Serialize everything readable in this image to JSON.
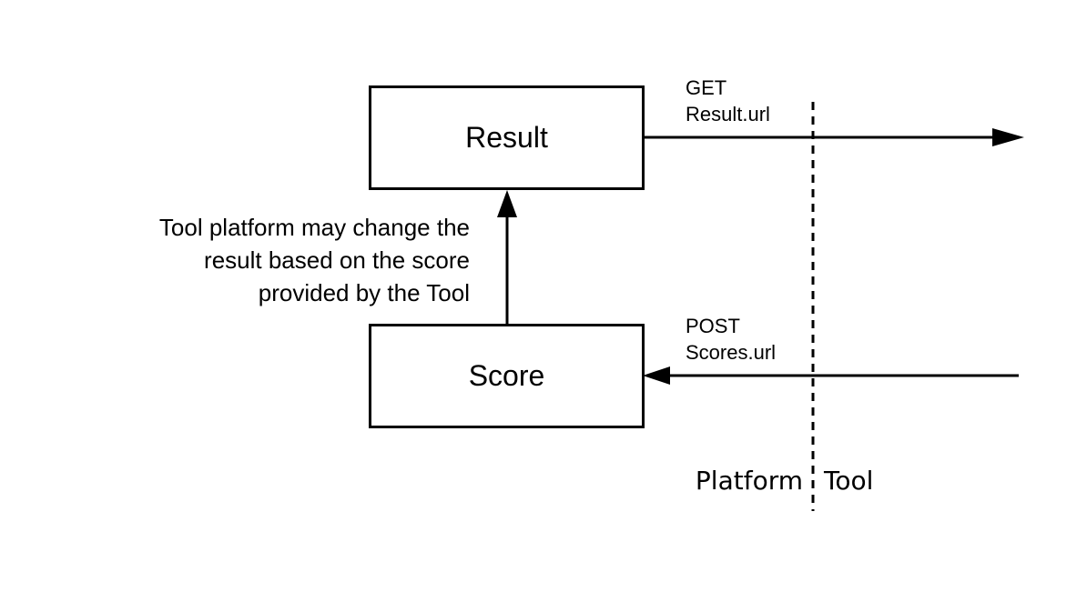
{
  "boxes": {
    "result": "Result",
    "score": "Score"
  },
  "arrows": {
    "get": {
      "method": "GET",
      "url": "Result.url"
    },
    "post": {
      "method": "POST",
      "url": "Scores.url"
    }
  },
  "note": {
    "lines": [
      "Tool platform may change the",
      "result based on the score",
      "provided by the Tool"
    ]
  },
  "boundary": {
    "left": "Platform",
    "right": "Tool"
  }
}
